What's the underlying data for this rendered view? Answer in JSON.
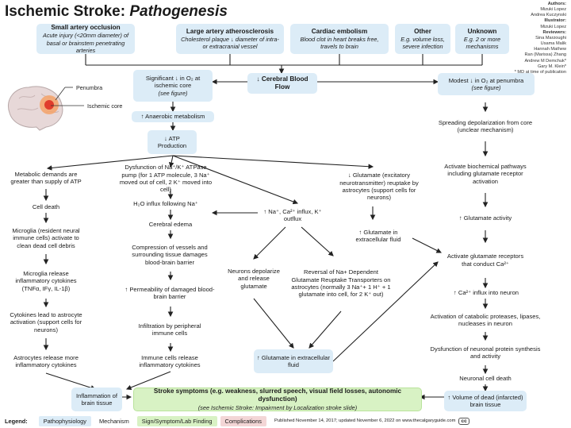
{
  "title": {
    "main": "Ischemic Stroke:",
    "italic": "Pathogenesis"
  },
  "authors": {
    "authors_label": "Authors:",
    "authors": [
      "Mizuki Lopez",
      "Andrea Kuczynski"
    ],
    "illustrator_label": "Illustrator:",
    "illustrator": [
      "Mizuki Lopez"
    ],
    "reviewers_label": "Reviewers:",
    "reviewers": [
      "Sina Marzoughi",
      "Usama Malik",
      "Hannah Mathew",
      "Ran (Marissa) Zhang",
      "Andrew M Demchuk*",
      "Gary M. Klein*"
    ],
    "note": "* MD at time of publication"
  },
  "causes": [
    {
      "head": "Small artery occlusion",
      "sub": "Acute injury (<20mm diameter) of basal or brainstem penetrating arteries"
    },
    {
      "head": "Large artery atherosclerosis",
      "sub": "Cholesterol plaque ↓ diameter of intra- or extracranial vessel"
    },
    {
      "head": "Cardiac embolism",
      "sub": "Blood clot in heart breaks free, travels to brain"
    },
    {
      "head": "Other",
      "sub": "E.g. volume loss, severe infection"
    },
    {
      "head": "Unknown",
      "sub": "E.g. 2 or more mechanisms"
    }
  ],
  "brain": {
    "penumbra": "Penumbra",
    "core": "Ischemic core"
  },
  "nodes": {
    "cbf": "↓ Cerebral Blood Flow",
    "sig_o2": "Significant ↓ in O₂ at ischemic core",
    "sig_o2_fig": "(see figure)",
    "anaerobic": "↑ Anaerobic metabolism",
    "atp": "↓ ATP Production",
    "modest_o2": "Modest ↓ in O₂ at penumbra",
    "modest_o2_fig": "(see figure)",
    "spreading": "Spreading depolarization from core (unclear mechanism)",
    "biochem": "Activate biochemical pathways including glutamate receptor activation",
    "glut_act": "↑ Glutamate activity",
    "glut_rec": "Activate glutamate receptors that conduct Ca²⁺",
    "ca_influx": "↑ Ca²⁺ influx into neuron",
    "catabolic": "Activation of catabolic proteases, lipases, nucleases in neuron",
    "dysfunction": "Dysfunction of neuronal protein synthesis and activity",
    "neuronal_death": "Neuronal cell death",
    "volume_dead": "↑ Volume of dead (infarcted) brain tissue",
    "metabolic": "Metabolic demands are greater than supply of ATP",
    "cell_death": "Cell death",
    "microglia_act": "Microglia (resident neural immune cells) activate to clean dead cell debris",
    "microglia_rel": "Microglia release inflammatory cytokines (TNFα, IFγ, IL-1β)",
    "cytokines_astro": "Cytokines lead to astrocyte activation (support cells for neurons)",
    "astro_rel": "Astrocytes release more inflammatory cytokines",
    "inflammation": "Inflammation of brain tissue",
    "nak": "Dysfunction of Na⁺/K⁺ ATPase pump (for 1 ATP molecule, 3 Na⁺ moved out of cell, 2 K⁺ moved into cell)",
    "h2o": "H₂O influx following Na⁺",
    "edema": "Cerebral edema",
    "compression": "Compression of vessels and surrounding tissue damages blood-brain barrier",
    "permeability": "↑ Permeability of damaged blood-brain barrier",
    "infiltration": "Infiltration by peripheral immune cells",
    "immune_rel": "Immune cells release inflammatory cytokines",
    "na_ca": "↑ Na⁺, Ca²⁺ influx, K⁺ outflux",
    "neurons_dep": "Neurons depolarize and release glutamate",
    "reversal": "Reversal of Na+ Dependent Glutamate Reuptake Transporters on astrocytes (normally 3 Na⁺+ 1 H⁺ + 1 glutamate into cell, for 2 K⁺ out)",
    "glut_extra_bottom": "↑ Glutamate in extracellular fluid",
    "glut_reuptake": "↓ Glutamate (excitatory neurotransmitter) reuptake by astrocytes (support cells for neurons)",
    "glut_extra": "↑ Glutamate in extracellular fluid",
    "symptoms_head": "Stroke symptoms (e.g. weakness, slurred speech, visual field losses, autonomic dysfunction)",
    "symptoms_sub": "(see Ischemic Stroke: Impairment by Localization stroke slide)"
  },
  "legend": {
    "label": "Legend:",
    "items": [
      "Pathophysiology",
      "Mechanism",
      "Sign/Symptom/Lab Finding",
      "Complications"
    ],
    "colors": [
      "#dcecf7",
      "#ffffff",
      "#d8f2c4",
      "#f3d6d6"
    ],
    "published": "Published November 14, 2017; updated November 6, 2022 on www.thecalgaryguide.com",
    "license": "cc"
  },
  "colors": {
    "pathophysiology": "#dcecf7",
    "sign": "#d8f2c4",
    "complication": "#f3d6d6",
    "arrow": "#222222"
  }
}
